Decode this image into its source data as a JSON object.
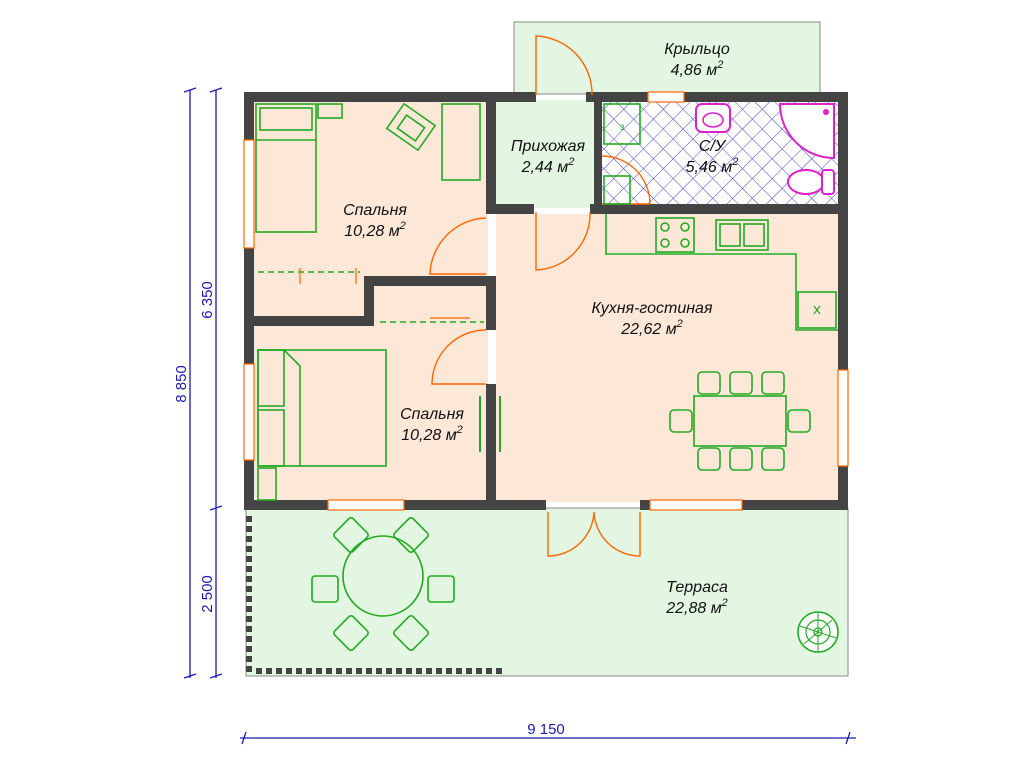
{
  "rooms": {
    "porch": {
      "name": "Крыльцо",
      "area": "4,86 м"
    },
    "hall": {
      "name": "Прихожая",
      "area": "2,44 м"
    },
    "bath": {
      "name": "С/У",
      "area": "5,46 м"
    },
    "bedroom1": {
      "name": "Спальня",
      "area": "10,28 м"
    },
    "bedroom2": {
      "name": "Спальня",
      "area": "10,28 м"
    },
    "kitchen": {
      "name": "Кухня-гостиная",
      "area": "22,62 м"
    },
    "terrace": {
      "name": "Терраса",
      "area": "22,88 м"
    }
  },
  "superscript": "2",
  "dimensions": {
    "total_height": "8 850",
    "house_height": "6 350",
    "terrace_height": "2 500",
    "total_width": "9 150"
  },
  "colors": {
    "wall": "#444444",
    "bedroom_floor": "#fde8d8",
    "hall_floor": "#e2f6e2",
    "bath_tile": "#4444cc",
    "furniture": "#22aa22",
    "door": "#ff6600",
    "dimension": "#1a1ab0"
  }
}
